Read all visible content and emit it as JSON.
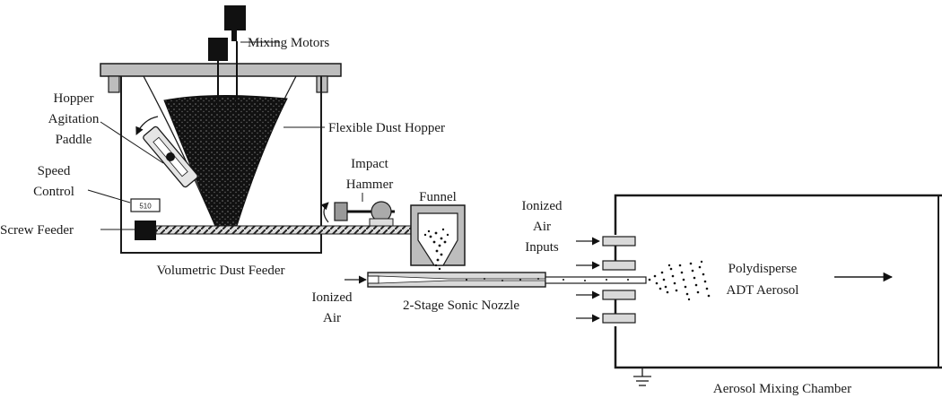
{
  "labels": {
    "mixing_motors": "Mixing Motors",
    "hopper_line1": "Hopper",
    "hopper_line2": "Agitation",
    "hopper_line3": "Paddle",
    "flexible_dust_hopper": "Flexible Dust Hopper",
    "speed_line1": "Speed",
    "speed_line2": "Control",
    "speed_display": "510",
    "screw_feeder": "Screw Feeder",
    "impact_line1": "Impact",
    "impact_line2": "Hammer",
    "funnel": "Funnel",
    "volumetric_dust_feeder": "Volumetric Dust Feeder",
    "ionized_air_inputs_line1": "Ionized",
    "ionized_air_inputs_line2": "Air",
    "ionized_air_inputs_line3": "Inputs",
    "ionized_air_line1": "Ionized",
    "ionized_air_line2": "Air",
    "sonic_nozzle": "2-Stage Sonic Nozzle",
    "aerosol_line1": "Polydisperse",
    "aerosol_line2": "ADT Aerosol",
    "aerosol_mixing_chamber": "Aerosol Mixing Chamber"
  }
}
